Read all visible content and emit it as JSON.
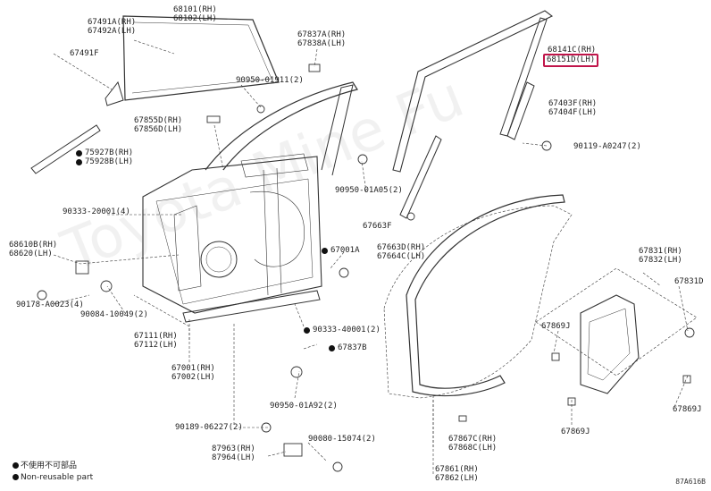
{
  "diagram": {
    "highlight_color": "#c0154a",
    "line_color": "#333333",
    "figure_number": "87A616B",
    "watermark": "Toyota Mine Fu"
  },
  "labels": {
    "l67491a": [
      "67491A(RH)",
      "67492A(LH)"
    ],
    "l67491f": [
      "67491F"
    ],
    "l68101": [
      "68101(RH)",
      "68102(LH)"
    ],
    "l67837a": [
      "67837A(RH)",
      "67838A(LH)"
    ],
    "l90950_01911": [
      "90950-01911(2)"
    ],
    "l67855d": [
      "67855D(RH)",
      "67856D(LH)"
    ],
    "l75927b": [
      "75927B(RH)",
      "75928B(LH)"
    ],
    "l68141c": [
      "68141C(RH)"
    ],
    "l67403f": [
      "67403F(RH)",
      "67404F(LH)"
    ],
    "l90119": [
      "90119-A0247(2)"
    ],
    "l90950_01a05": [
      "90950-01A05(2)"
    ],
    "l67663f": [
      "67663F"
    ],
    "l67663d": [
      "67663D(RH)",
      "67664C(LH)"
    ],
    "l90333_20001": [
      "90333-20001(4)"
    ],
    "l68610b": [
      "68610B(RH)",
      "68620(LH)"
    ],
    "l67001a": [
      "67001A"
    ],
    "l90178": [
      "90178-A0023(4)"
    ],
    "l90084": [
      "90084-10049(2)"
    ],
    "l67111": [
      "67111(RH)",
      "67112(LH)"
    ],
    "l90333_40001": [
      "90333-40001(2)"
    ],
    "l67837b": [
      "67837B"
    ],
    "l67001": [
      "67001(RH)",
      "67002(LH)"
    ],
    "l67831": [
      "67831(RH)",
      "67832(LH)"
    ],
    "l67831d": [
      "67831D"
    ],
    "l67869j_a": [
      "67869J"
    ],
    "l67869j_b": [
      "67869J"
    ],
    "l67869j_c": [
      "67869J"
    ],
    "l90950_01a92": [
      "90950-01A92(2)"
    ],
    "l90189": [
      "90189-06227(2)"
    ],
    "l90080": [
      "90080-15074(2)"
    ],
    "l87963": [
      "87963(RH)",
      "87964(LH)"
    ],
    "l67867c": [
      "67867C(RH)",
      "67868C(LH)"
    ],
    "l67861": [
      "67861(RH)",
      "67862(LH)"
    ]
  },
  "highlighted_part": "68151D(LH)",
  "legend": {
    "line1": "不使用不可部品",
    "line2": "Non-reusable part"
  }
}
